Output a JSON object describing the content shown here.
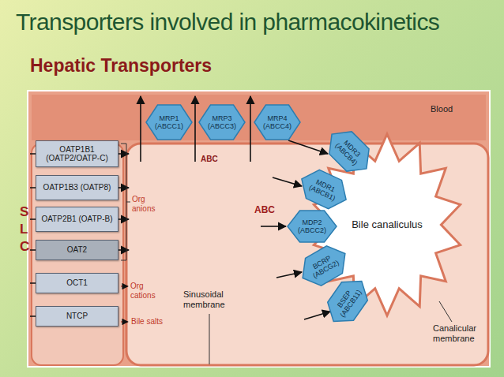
{
  "diagram": {
    "title": "Transporters involved in pharmacokinetics",
    "nodes": [
      {
        "text": [
          "MRP1 (ABCC1)"
        ]
      },
      {
        "text": [
          "MRP3 (ABCC3)"
        ]
      },
      {
        "text": [
          "MRP4 (ABCC4)"
        ]
      },
      {
        "text": [
          "OATP1B1 (OATP2/OATP-C)"
        ]
      },
      {
        "text": [
          "OATP1B3 (OATP8)"
        ]
      },
      {
        "text": [
          "OATP2B1 (OATP-B)"
        ]
      },
      {
        "text": [
          "OAT2"
        ]
      },
      {
        "text": [
          "OCT1"
        ]
      },
      {
        "text": [
          "NTCP"
        ]
      },
      {
        "text": [
          "MDR3 (ABCB4)"
        ]
      },
      {
        "text": [
          "MDR1 (ABCB1)"
        ]
      },
      {
        "text": [
          "MDP2 (ABCC2)"
        ]
      },
      {
        "text": [
          "BCRP (ABCG2)"
        ]
      },
      {
        "text": [
          "BSEP (ABCB11)"
        ]
      },
      {
        "text": [
          "Bile canaliculus"
        ]
      }
    ],
    "labels": [
      "Hepatic Transporters",
      "ABC",
      "S L C",
      "Org anions",
      "ABC",
      "Org cations",
      "Bile salts",
      "Blood",
      "Sinusoidal membrane",
      "Canalicular membrane"
    ]
  }
}
